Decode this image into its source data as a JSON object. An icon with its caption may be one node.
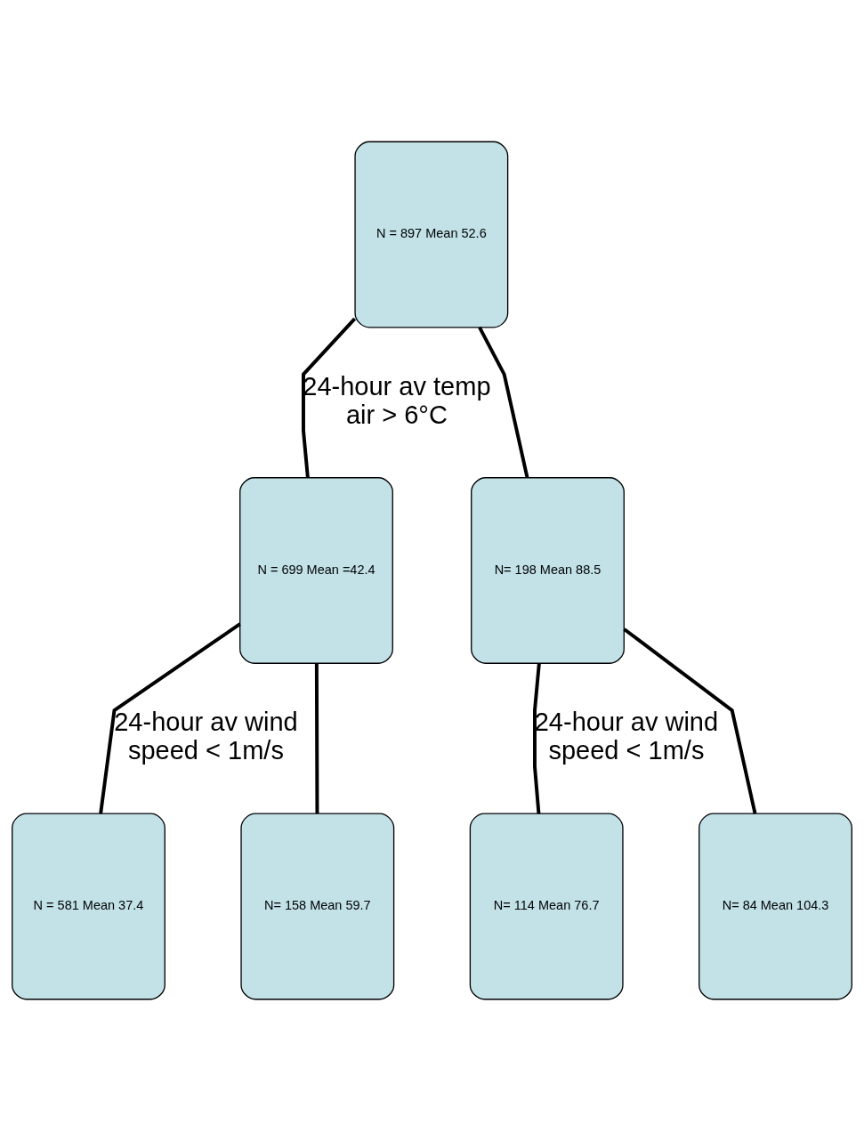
{
  "diagram": {
    "nodes": [
      {
        "text": [
          "N = 897 Mean 52.6"
        ]
      },
      {
        "text": [
          "N = 699 Mean =42.4"
        ]
      },
      {
        "text": [
          "N= 198 Mean 88.5"
        ]
      },
      {
        "text": [
          "N = 581 Mean 37.4"
        ]
      },
      {
        "text": [
          "N= 158 Mean 59.7"
        ]
      },
      {
        "text": [
          "N= 114 Mean 76.7"
        ]
      },
      {
        "text": [
          "N= 84 Mean 104.3"
        ]
      }
    ],
    "edges": [
      {
        "from": 0,
        "to": 1,
        "arrow": "none",
        "label": "24-hour av temp air > 6°C"
      },
      {
        "from": 0,
        "to": 2,
        "arrow": "none"
      },
      {
        "from": 1,
        "to": 3,
        "arrow": "none",
        "label": "24-hour av wind speed < 1m/s"
      },
      {
        "from": 1,
        "to": 4,
        "arrow": "none"
      },
      {
        "from": 2,
        "to": 5,
        "arrow": "none",
        "label": "24-hour av wind speed < 1m/s"
      },
      {
        "from": 2,
        "to": 6,
        "arrow": "none"
      }
    ]
  }
}
